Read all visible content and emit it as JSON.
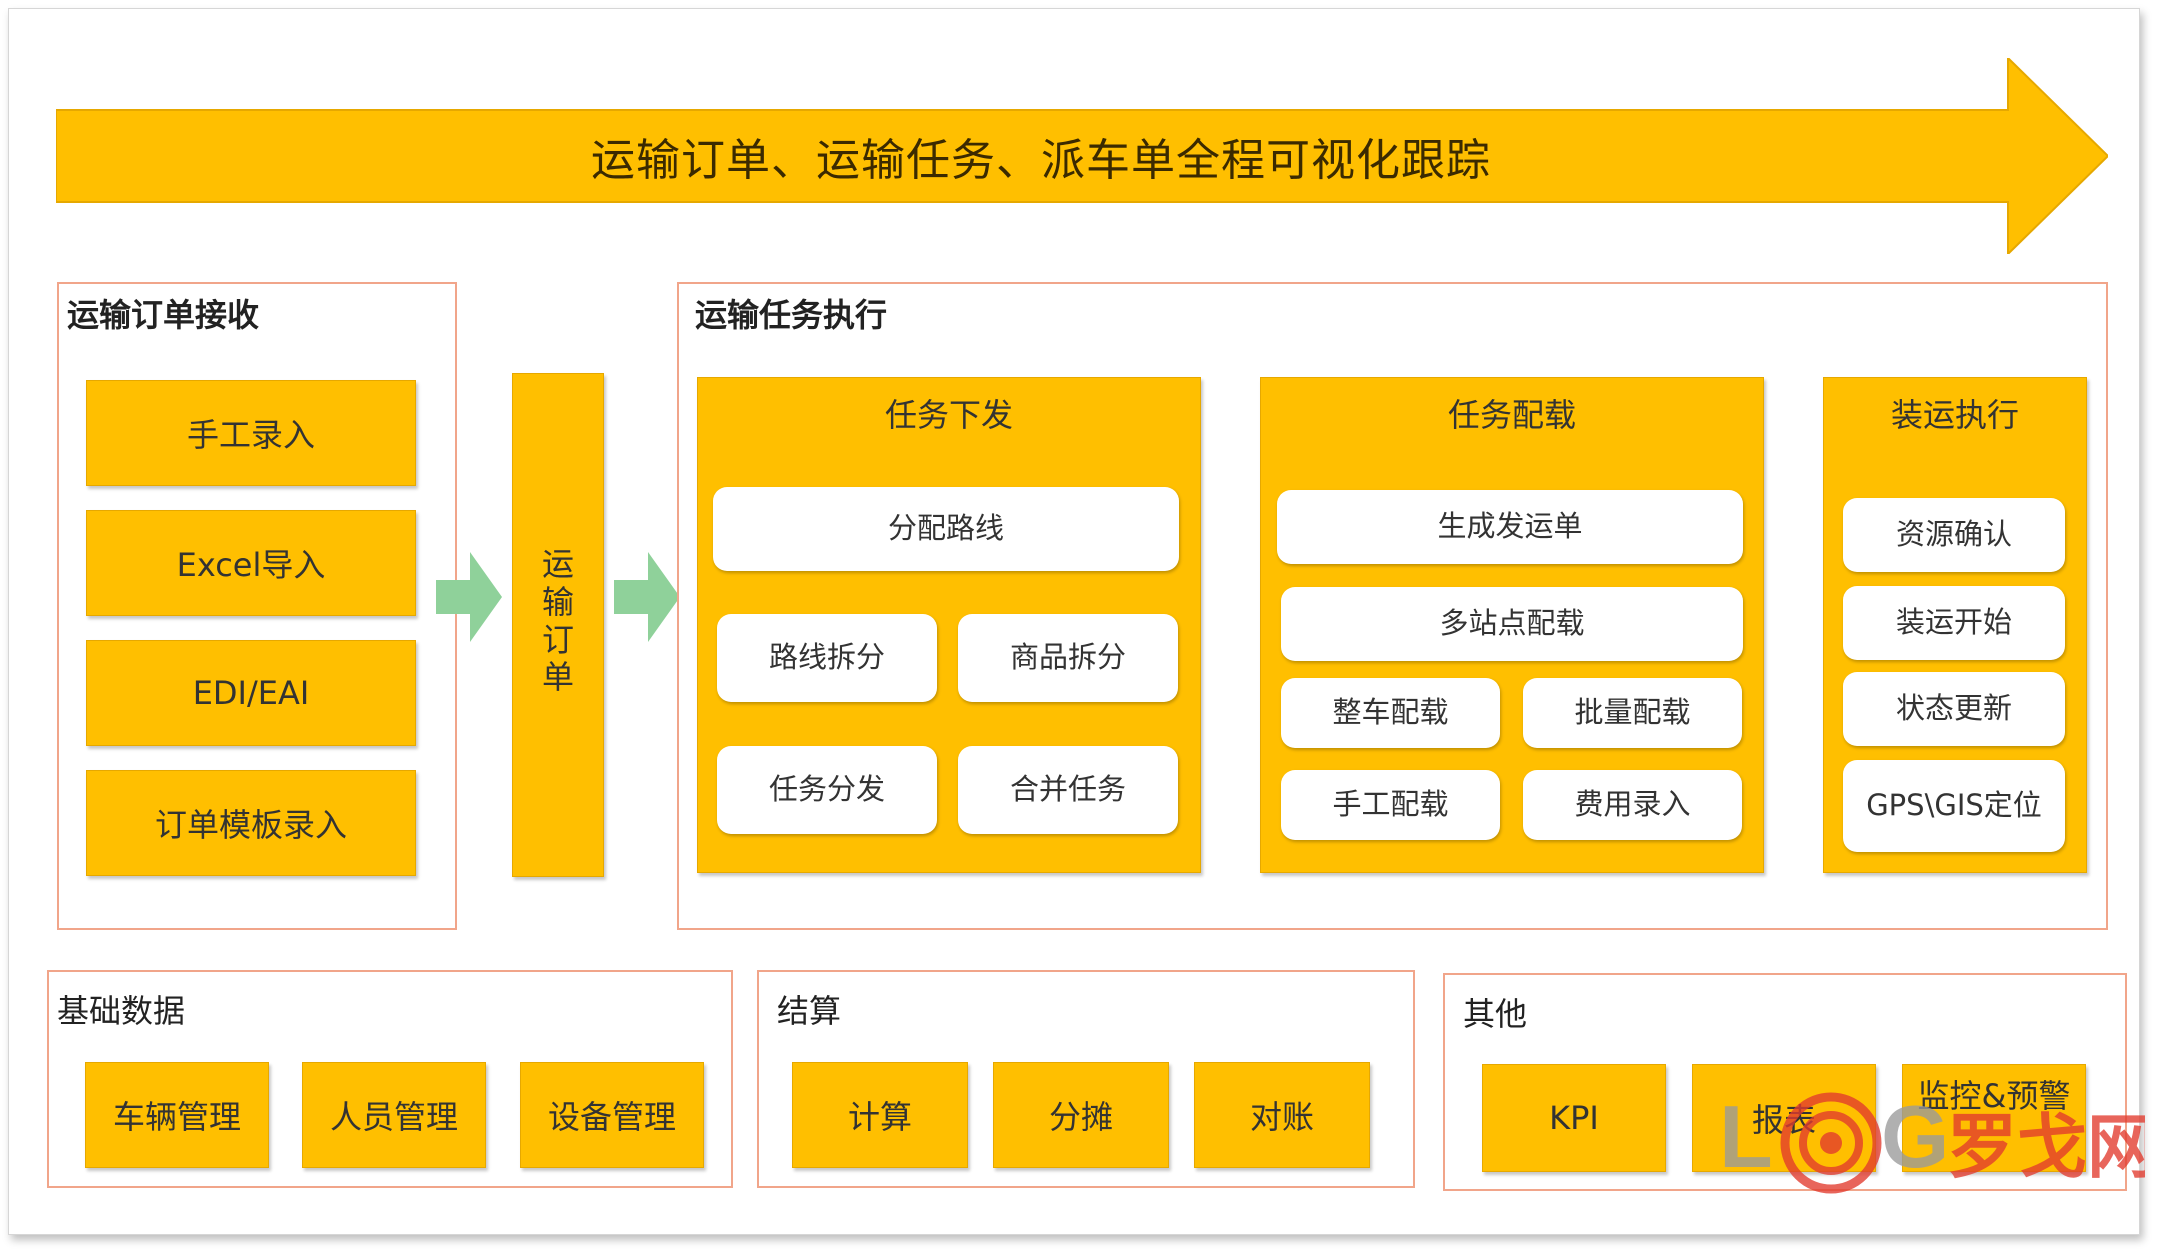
{
  "banner": {
    "title": "运输订单、运输任务、派车单全程可视化跟踪"
  },
  "order_receive": {
    "title": "运输订单接收",
    "items": [
      "手工录入",
      "Excel导入",
      "EDI/EAI",
      "订单模板录入"
    ]
  },
  "order_bar": {
    "label": "运输订单"
  },
  "task_exec": {
    "title": "运输任务执行",
    "dispatch": {
      "title": "任务下发",
      "items": [
        "分配路线",
        "路线拆分",
        "商品拆分",
        "任务分发",
        "合并任务"
      ]
    },
    "loading": {
      "title": "任务配载",
      "items": [
        "生成发运单",
        "多站点配载",
        "整车配载",
        "批量配载",
        "手工配载",
        "费用录入"
      ]
    },
    "shipping": {
      "title": "装运执行",
      "items": [
        "资源确认",
        "装运开始",
        "状态更新",
        "GPS\\GIS定位"
      ]
    }
  },
  "base_data": {
    "title": "基础数据",
    "items": [
      "车辆管理",
      "人员管理",
      "设备管理"
    ]
  },
  "settlement": {
    "title": "结算",
    "items": [
      "计算",
      "分摊",
      "对账"
    ]
  },
  "others": {
    "title": "其他",
    "items": [
      "KPI",
      "报表",
      "监控&预警"
    ]
  },
  "watermark": {
    "logo_text": "LOG罗戈网"
  },
  "colors": {
    "yellow": "#ffbf00",
    "section_border": "#f1a58a",
    "arrow_green": "#8fd19a"
  }
}
